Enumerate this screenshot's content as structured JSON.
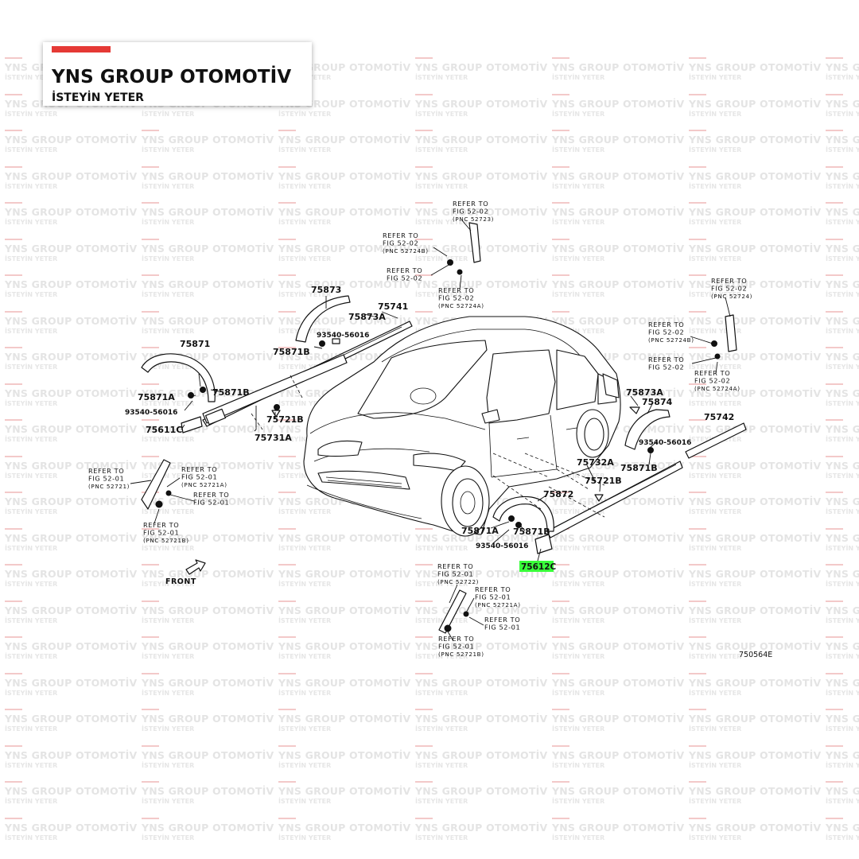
{
  "brand": {
    "name": "YNS GROUP OTOMOTİV",
    "slogan": "İSTEYİN YETER",
    "accent_color": "#e53935"
  },
  "watermark": {
    "line1": "YNS GROUP OTOMOTİV",
    "line2": "İSTEYİN YETER"
  },
  "diagram": {
    "highlight_color": "#39ff3a",
    "highlighted_part": "75612C",
    "drawing_code": "750564E",
    "front_label": "FRONT",
    "part_labels": [
      "75873",
      "75873A",
      "75741",
      "93540-56016",
      "75871B",
      "75871",
      "75871A",
      "75871B",
      "93540-56016",
      "75611C",
      "75721B",
      "75731A",
      "75873A",
      "75874",
      "75742",
      "93540-56016",
      "75871B",
      "75732A",
      "75721B",
      "75872",
      "75871A",
      "75871B",
      "93540-56016"
    ],
    "references": [
      {
        "l1": "REFER TO",
        "l2": "FIG 52-02",
        "l3": "(PNC 52723)"
      },
      {
        "l1": "REFER TO",
        "l2": "FIG 52-02",
        "l3": "(PNC 52724B)"
      },
      {
        "l1": "REFER TO",
        "l2": "FIG 52-02",
        "l3": ""
      },
      {
        "l1": "REFER TO",
        "l2": "FIG 52-02",
        "l3": "(PNC 52724A)"
      },
      {
        "l1": "REFER TO",
        "l2": "FIG 52-02",
        "l3": "(PNC 52724)"
      },
      {
        "l1": "REFER TO",
        "l2": "FIG 52-02",
        "l3": "(PNC 52724B)"
      },
      {
        "l1": "REFER TO",
        "l2": "FIG 52-02",
        "l3": ""
      },
      {
        "l1": "REFER TO",
        "l2": "FIG 52-02",
        "l3": "(PNC 52724A)"
      },
      {
        "l1": "REFER TO",
        "l2": "FIG 52-01",
        "l3": "(PNC 52721)"
      },
      {
        "l1": "REFER TO",
        "l2": "FIG 52-01",
        "l3": "(PNC 52721A)"
      },
      {
        "l1": "REFER TO",
        "l2": "FIG 52-01",
        "l3": ""
      },
      {
        "l1": "REFER TO",
        "l2": "FIG 52-01",
        "l3": "(PNC 52721B)"
      },
      {
        "l1": "REFER TO",
        "l2": "FIG 52-01",
        "l3": "(PNC 52722)"
      },
      {
        "l1": "REFER TO",
        "l2": "FIG 52-01",
        "l3": "(PNC 52721A)"
      },
      {
        "l1": "REFER TO",
        "l2": "FIG 52-01",
        "l3": ""
      },
      {
        "l1": "REFER TO",
        "l2": "FIG 52-01",
        "l3": "(PNC 52721B)"
      }
    ]
  }
}
